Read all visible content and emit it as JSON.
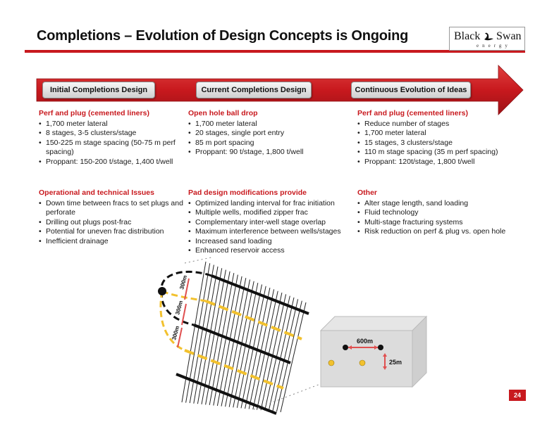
{
  "title": "Completions – Evolution of Design Concepts is Ongoing",
  "logo": {
    "word_left": "Black",
    "word_right": "Swan",
    "word_sub": "energy"
  },
  "stages": [
    {
      "label": "Initial Completions Design"
    },
    {
      "label": "Current Completions Design"
    },
    {
      "label": "Continuous Evolution of Ideas"
    }
  ],
  "columns": [
    {
      "top": {
        "heading": "Perf and plug (cemented liners)",
        "items": [
          "1,700 meter lateral",
          "8 stages, 3-5 clusters/stage",
          "150-225 m stage spacing (50-75 m perf spacing)",
          "Proppant: 150-200 t/stage, 1,400 t/well"
        ]
      },
      "bottom": {
        "heading": "Operational and technical Issues",
        "items": [
          "Down time between fracs to set plugs and perforate",
          "Drilling out plugs post-frac",
          "Potential for uneven frac distribution",
          "Inefficient drainage"
        ]
      }
    },
    {
      "top": {
        "heading": "Open hole ball drop",
        "items": [
          "1,700 meter lateral",
          "20 stages, single port entry",
          "85 m port spacing",
          "Proppant: 90 t/stage, 1,800 t/well"
        ]
      },
      "bottom": {
        "heading": "Pad design modifications provide",
        "items": [
          "Optimized landing interval for frac initiation",
          "Multiple wells, modified zipper frac",
          "Complementary inter-well stage overlap",
          "Maximum interference between wells/stages",
          "Increased sand loading",
          "Enhanced reservoir access"
        ]
      }
    },
    {
      "top": {
        "heading": "Perf and plug (cemented liners)",
        "items": [
          "Reduce number of stages",
          "1,700 meter lateral",
          "15 stages, 3 clusters/stage",
          "110 m stage spacing (35 m perf spacing)",
          "Proppant: 120t/stage, 1,800 t/well"
        ]
      },
      "bottom": {
        "heading": "Other",
        "items": [
          "Alter stage length, sand loading",
          "Fluid technology",
          "Multi-stage fracturing systems",
          "Risk reduction on perf & plug vs. open hole"
        ]
      }
    }
  ],
  "diagram": {
    "spacing_labels": [
      "300m",
      "300m",
      "300m"
    ],
    "box_width_label": "600m",
    "box_depth_label": "25m"
  },
  "colors": {
    "accent_red": "#c8191e",
    "arrow_red": "#c8191e",
    "frac_yellow": "#f2c12e"
  },
  "page_number": "24"
}
